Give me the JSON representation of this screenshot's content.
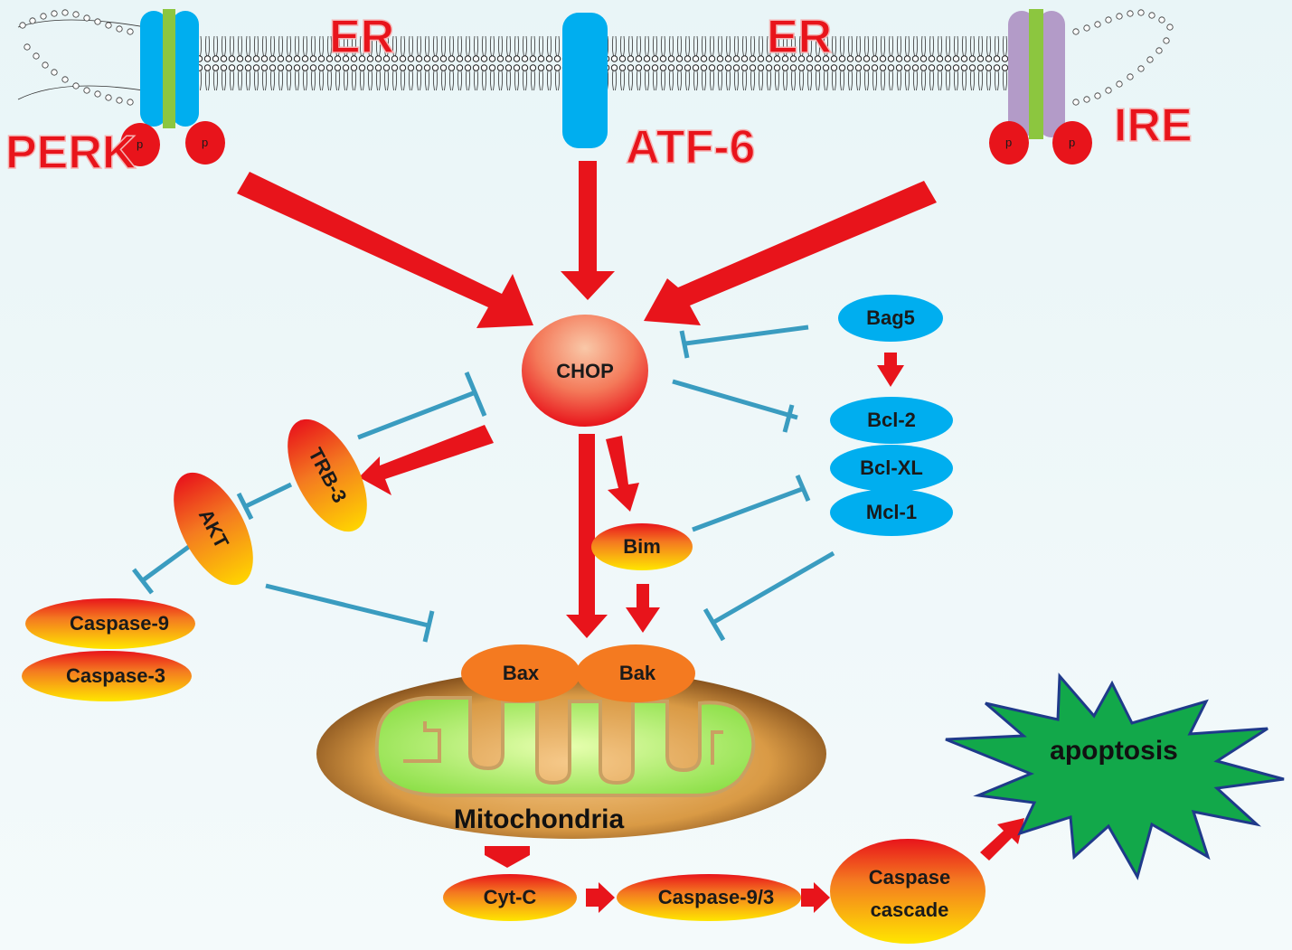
{
  "membrane": {
    "er_left": "ER",
    "er_right": "ER",
    "perk": "PERK",
    "atf6": "ATF-6",
    "ire": "IRE",
    "phospho": "p"
  },
  "nodes": {
    "chop": "CHOP",
    "bag5": "Bag5",
    "bcl2": "Bcl-2",
    "bclxl": "Bcl-XL",
    "mcl1": "Mcl-1",
    "trb3": "TRB-3",
    "akt": "AKT",
    "bim": "Bim",
    "caspase9": "Caspase-9",
    "caspase3": "Caspase-3",
    "bax": "Bax",
    "bak": "Bak",
    "mitochondria": "Mitochondria",
    "cytc": "Cyt-C",
    "caspase93": "Caspase-9/3",
    "cascade_line1": "Caspase",
    "cascade_line2": "cascade",
    "apoptosis": "apoptosis"
  },
  "colors": {
    "activation_arrow": "#e8141b",
    "inhibition_line": "#3a9cc0",
    "blue_node": "#00aeef",
    "orange_node": "#f47a20",
    "burst": "#12a84a"
  }
}
